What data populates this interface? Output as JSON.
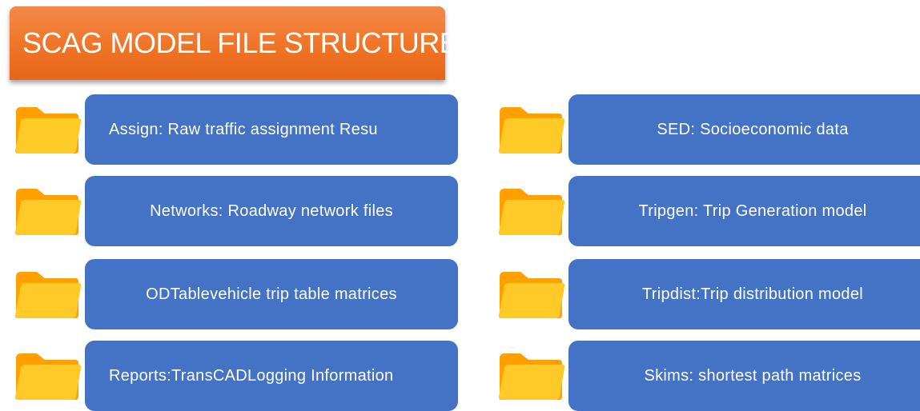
{
  "title": "SCAG MODEL FILE STRUCTURE",
  "colors": {
    "title_bg": "#ef7426",
    "box_bg": "#4472c4",
    "folder_front": "#ffca28",
    "folder_back": "#ffa000",
    "text": "#ffffff"
  },
  "left_items": [
    {
      "label": "Assign: Raw traffic assignment Resu",
      "icon": "folder-icon"
    },
    {
      "label": "Networks: Roadway network files",
      "icon": "folder-icon"
    },
    {
      "label": "ODTablevehicle trip table matrices",
      "icon": "folder-icon"
    },
    {
      "label": "Reports:TransCADLogging Information",
      "icon": "folder-icon"
    }
  ],
  "right_items": [
    {
      "label": "SED: Socioeconomic data",
      "icon": "folder-icon"
    },
    {
      "label": "Tripgen: Trip Generation model",
      "icon": "folder-icon"
    },
    {
      "label": "Tripdist:Trip distribution model",
      "icon": "folder-icon"
    },
    {
      "label": "Skims: shortest path matrices",
      "icon": "folder-icon"
    }
  ]
}
